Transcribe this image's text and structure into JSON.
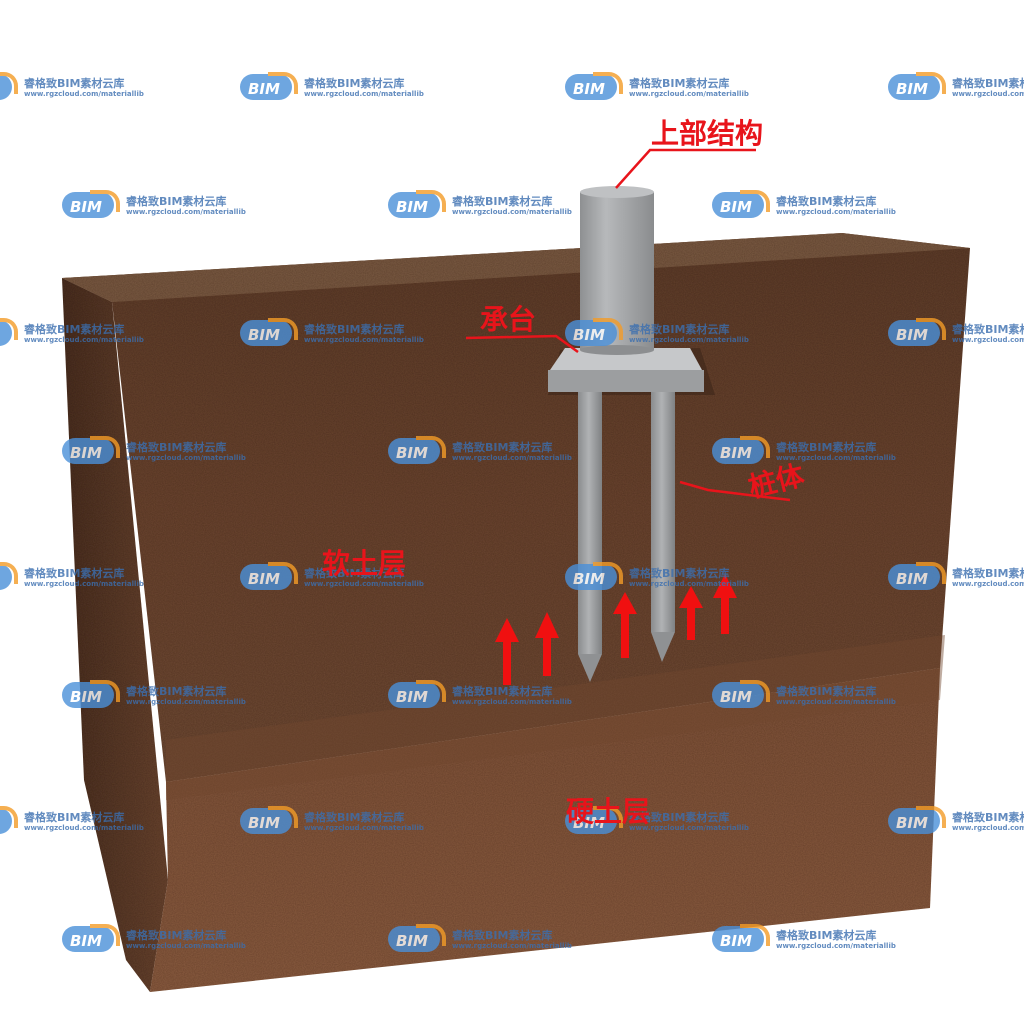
{
  "labels": {
    "superstructure": "上部结构",
    "pile_cap": "承台",
    "pile_body": "桩体",
    "soft_soil": "软土层",
    "hard_soil": "硬土层"
  },
  "watermark": {
    "logo_text": "BIM",
    "name": "睿格致BIM素材云库",
    "url": "www.rgzcloud.com/materiallib"
  },
  "colors": {
    "label_red": "#e8141b",
    "arrow_red": "#f01010",
    "soil_dark": "#6b4530",
    "soil_light": "#8a5a3e",
    "concrete": "#a9abad",
    "watermark_blue": "#4a90d9",
    "watermark_orange": "#f39c28"
  },
  "icons": {
    "upward_arrow": "arrow-up-icon",
    "watermark_logo": "bim-cloud-logo-icon"
  }
}
